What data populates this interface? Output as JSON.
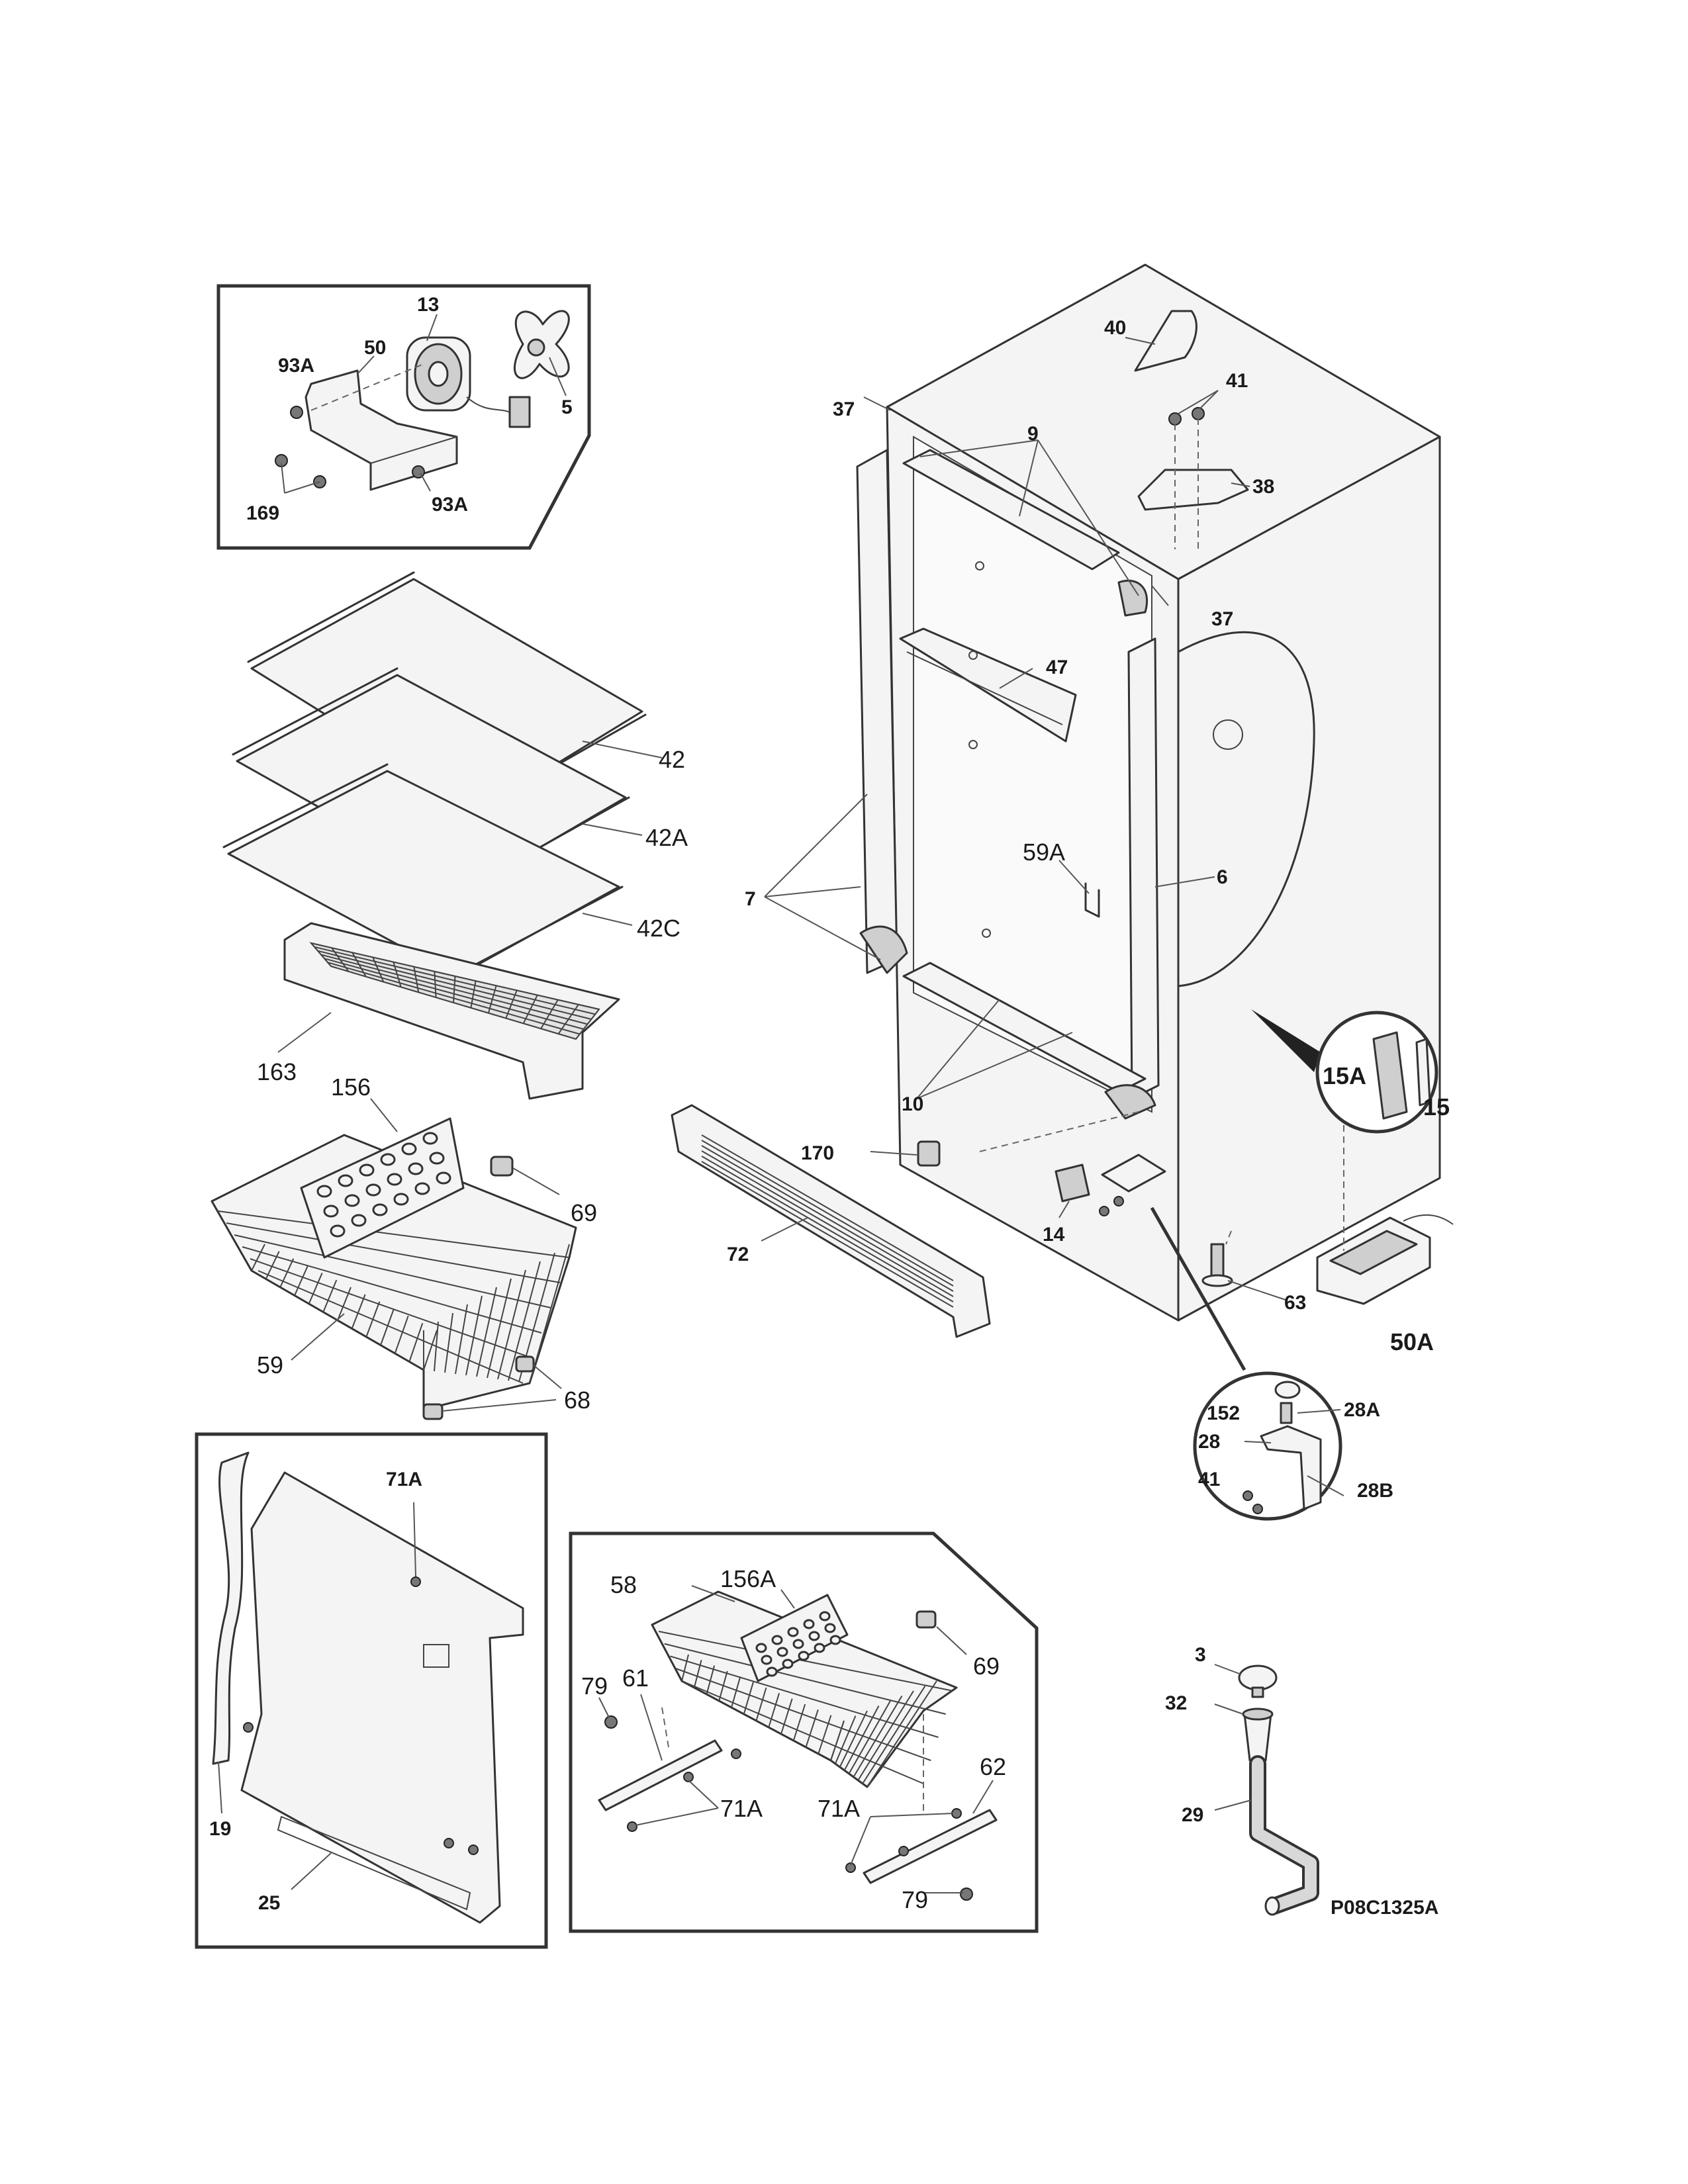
{
  "callouts": {
    "c13": "13",
    "c93A_a": "93A",
    "c50": "50",
    "c5": "5",
    "c169": "169",
    "c93A_b": "93A",
    "c40": "40",
    "c41_a": "41",
    "c37_a": "37",
    "c9": "9",
    "c38": "38",
    "c37_b": "37",
    "c47": "47",
    "c42": "42",
    "c42A": "42A",
    "c42C": "42C",
    "c163": "163",
    "c59A": "59A",
    "c7": "7",
    "c6": "6",
    "c156": "156",
    "c69_a": "69",
    "c10": "10",
    "c170": "170",
    "c15A": "15A",
    "c15": "15",
    "c14": "14",
    "c72": "72",
    "c59": "59",
    "c63": "63",
    "c50A": "50A",
    "c68": "68",
    "c152": "152",
    "c28A": "28A",
    "c28": "28",
    "c41_b": "41",
    "c28B": "28B",
    "c71A_a": "71A",
    "c156A": "156A",
    "c58": "58",
    "c69_b": "69",
    "c79_a": "79",
    "c61": "61",
    "c71A_b": "71A",
    "c62": "62",
    "c71A_c": "71A",
    "c79_b": "79",
    "c19": "19",
    "c25": "25",
    "c3": "3",
    "c32": "32",
    "c29": "29"
  },
  "diagram_code": "P08C1325A"
}
